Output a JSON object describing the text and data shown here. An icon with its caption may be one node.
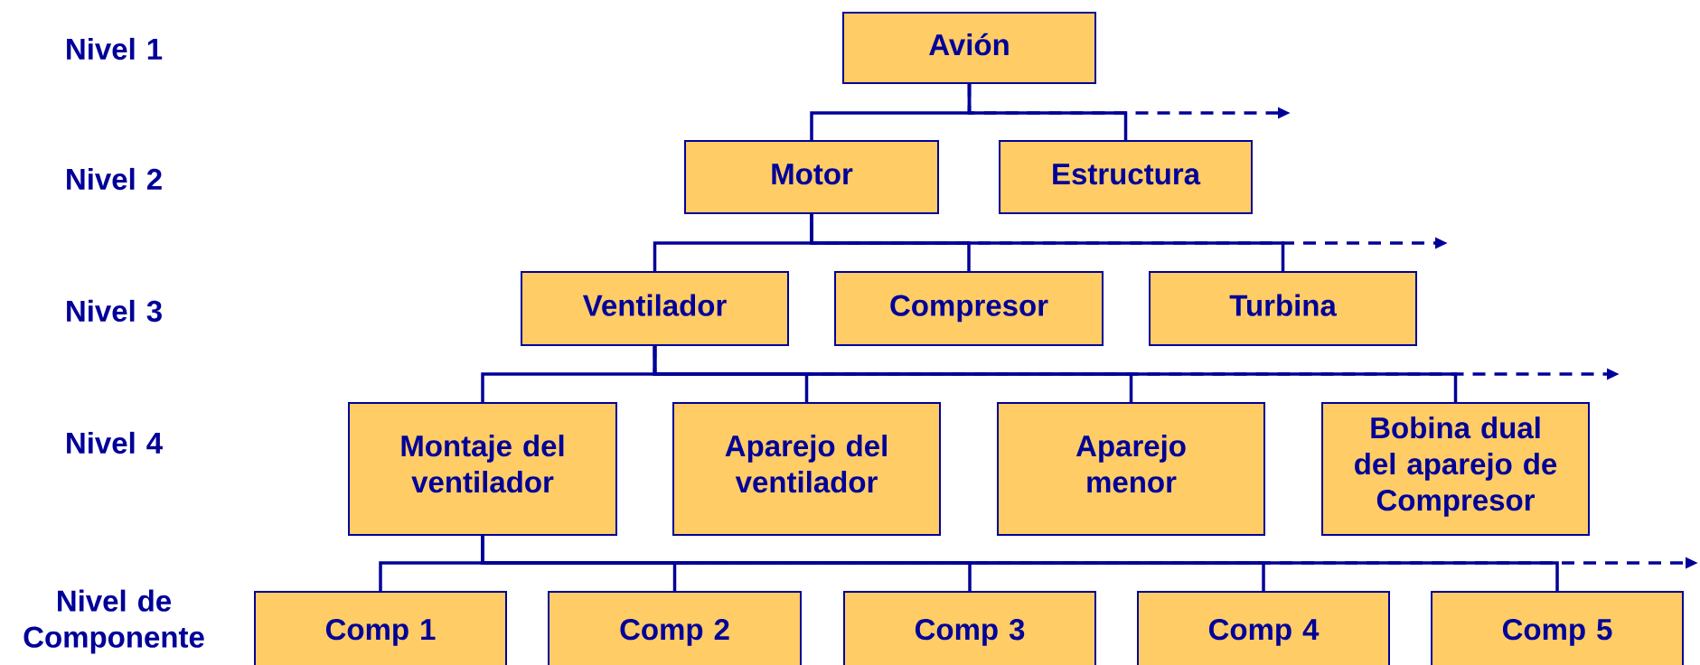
{
  "diagram": {
    "nodes": [
      {
        "text": [
          "Avión"
        ]
      },
      {
        "text": [
          "Motor"
        ]
      },
      {
        "text": [
          "Estructura"
        ]
      },
      {
        "text": [
          "Ventilador"
        ]
      },
      {
        "text": [
          "Compresor"
        ]
      },
      {
        "text": [
          "Turbina"
        ]
      },
      {
        "text": [
          "Montaje del ventilador"
        ]
      },
      {
        "text": [
          "Aparejo del ventilador"
        ]
      },
      {
        "text": [
          "Aparejo menor"
        ]
      },
      {
        "text": [
          "Bobina dual del aparejo de Compresor"
        ]
      },
      {
        "text": [
          "Comp 1"
        ]
      },
      {
        "text": [
          "Comp 2"
        ]
      },
      {
        "text": [
          "Comp 3"
        ]
      },
      {
        "text": [
          "Comp 4"
        ]
      },
      {
        "text": [
          "Comp 5"
        ]
      }
    ],
    "edges": [
      {
        "from": 0,
        "to": null,
        "arrow": "to",
        "style": "dashed"
      },
      {
        "from": 0,
        "to": 1,
        "arrow": "none"
      },
      {
        "from": 0,
        "to": 2,
        "arrow": "none"
      },
      {
        "from": 1,
        "to": null,
        "arrow": "to",
        "style": "dashed"
      },
      {
        "from": 1,
        "to": 3,
        "arrow": "none"
      },
      {
        "from": 1,
        "to": 4,
        "arrow": "none"
      },
      {
        "from": 1,
        "to": 5,
        "arrow": "none"
      },
      {
        "from": 3,
        "to": null,
        "arrow": "to",
        "style": "dashed"
      },
      {
        "from": 3,
        "to": 6,
        "arrow": "none"
      },
      {
        "from": 3,
        "to": 7,
        "arrow": "none"
      },
      {
        "from": 3,
        "to": 8,
        "arrow": "none"
      },
      {
        "from": 3,
        "to": 9,
        "arrow": "none"
      },
      {
        "from": 6,
        "to": null,
        "arrow": "to",
        "style": "dashed"
      },
      {
        "from": 6,
        "to": 10,
        "arrow": "none"
      },
      {
        "from": 6,
        "to": 11,
        "arrow": "none"
      },
      {
        "from": 6,
        "to": 12,
        "arrow": "none"
      },
      {
        "from": 6,
        "to": 13,
        "arrow": "none"
      },
      {
        "from": 6,
        "to": 14,
        "arrow": "none"
      }
    ],
    "labels": [
      "Nivel 1",
      "Nivel 2",
      "Nivel 3",
      "Nivel 4",
      "Nivel de Componente"
    ]
  }
}
